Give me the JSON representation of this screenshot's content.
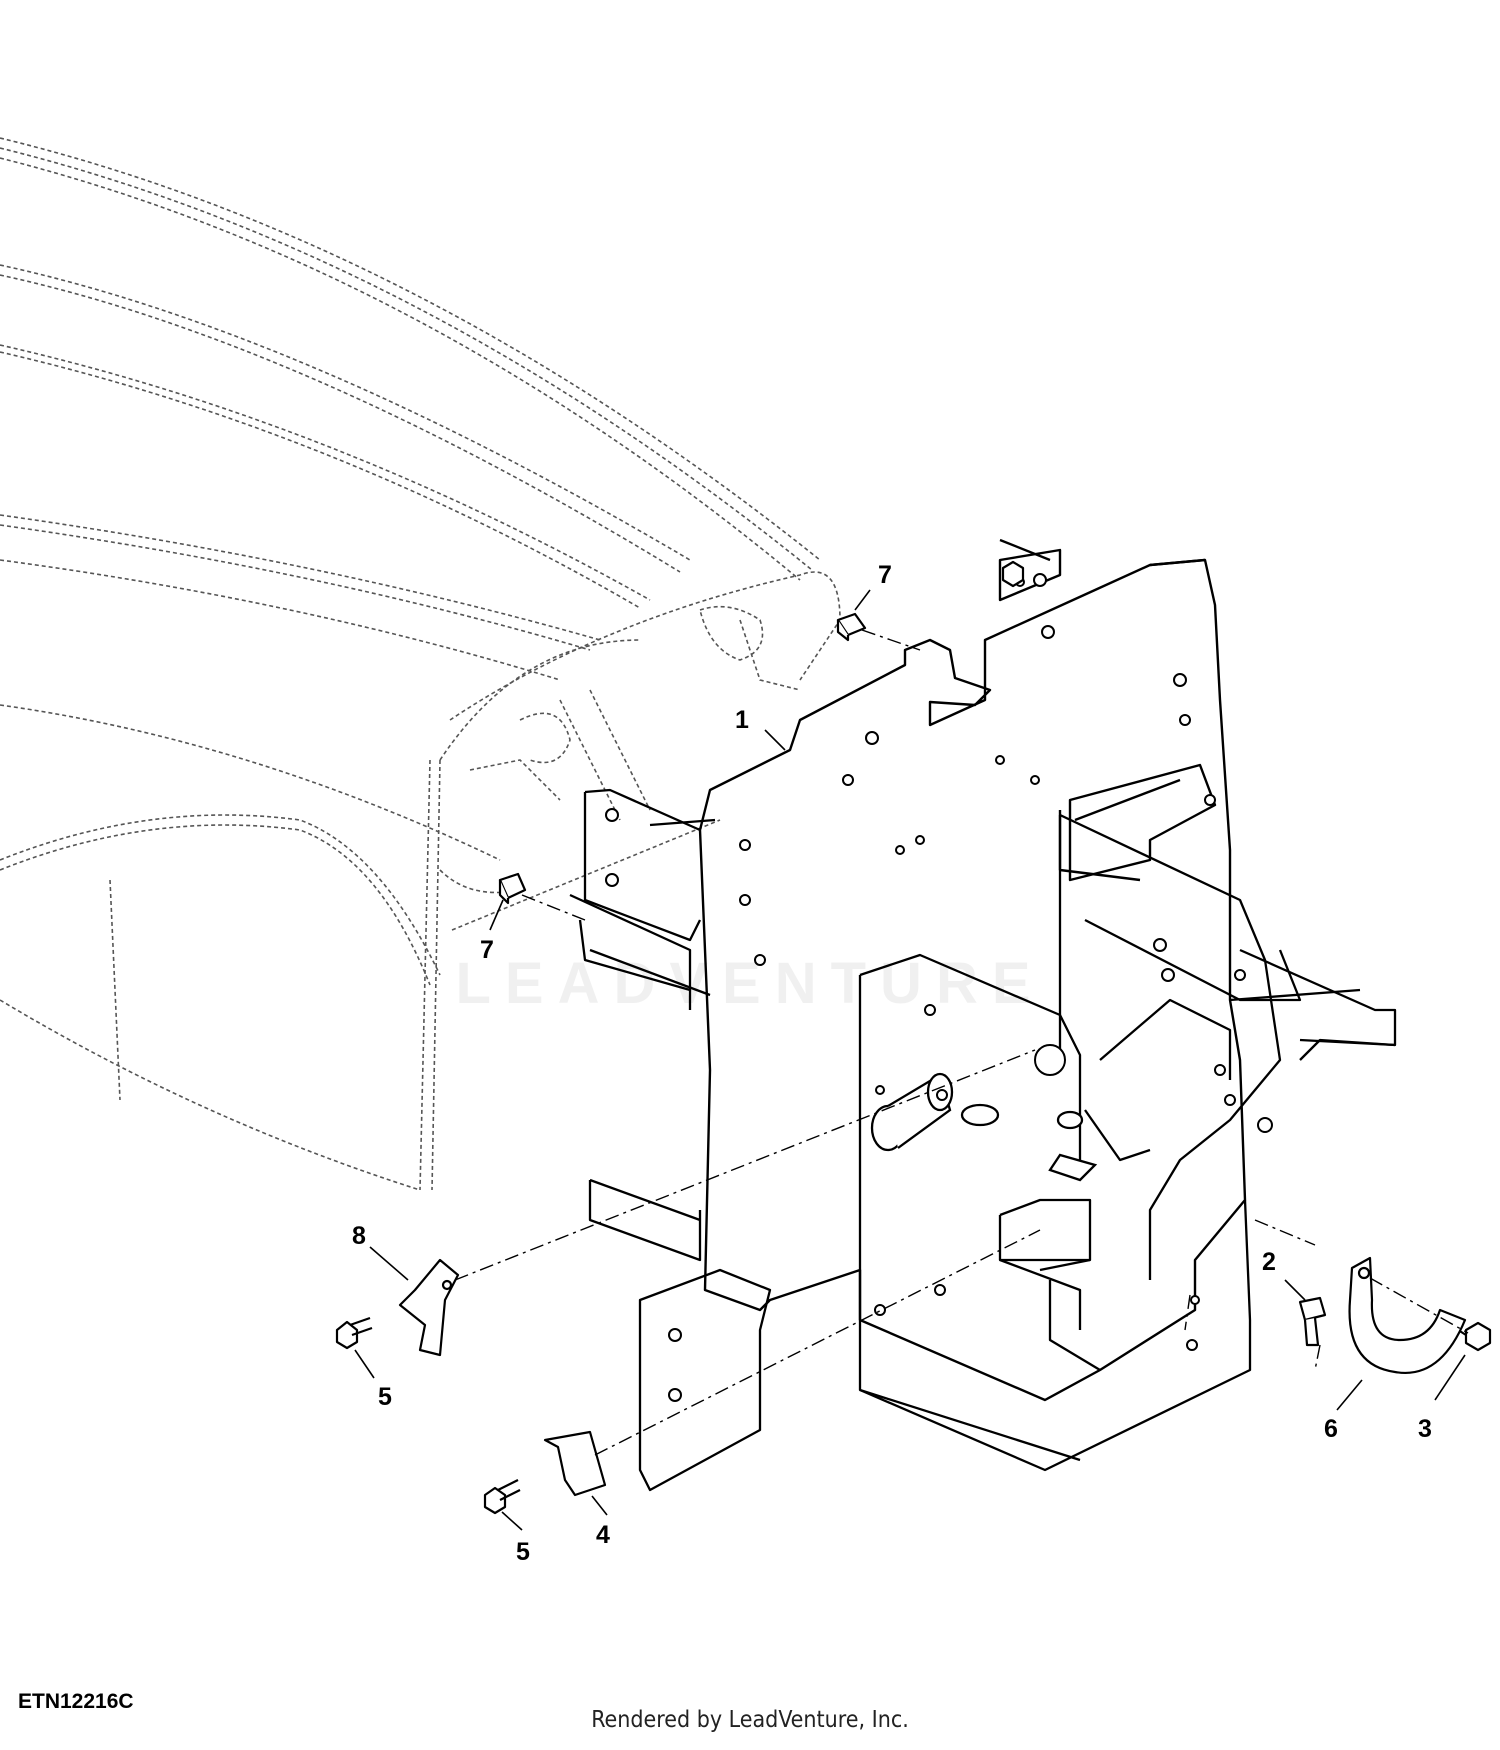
{
  "figure": {
    "code": "ETN12216C",
    "footer": "Rendered by LeadVenture, Inc.",
    "watermark": "LEADVENTURE"
  },
  "callouts": [
    {
      "id": "1",
      "label": "1"
    },
    {
      "id": "2",
      "label": "2"
    },
    {
      "id": "3",
      "label": "3"
    },
    {
      "id": "4",
      "label": "4"
    },
    {
      "id": "5a",
      "label": "5"
    },
    {
      "id": "5b",
      "label": "5"
    },
    {
      "id": "6",
      "label": "6"
    },
    {
      "id": "7a",
      "label": "7"
    },
    {
      "id": "7b",
      "label": "7"
    },
    {
      "id": "8",
      "label": "8"
    }
  ],
  "colors": {
    "line": "#000000",
    "phantom": "#555555",
    "background": "#ffffff"
  }
}
